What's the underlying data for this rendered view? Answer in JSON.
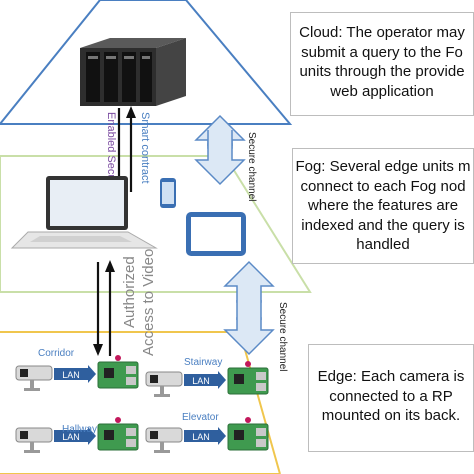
{
  "cloud_box": {
    "lines": [
      "Cloud: The operator may",
      "submit a query to the Fo",
      "units through the provide",
      "web application"
    ]
  },
  "fog_box": {
    "lines": [
      "Fog: Several edge units m",
      "connect to each Fog nod",
      "where the features are",
      "indexed and the query is",
      "handled"
    ]
  },
  "edge_box": {
    "lines": [
      "Edge: Each camera is",
      "connected to a RP",
      "mounted on its back."
    ]
  },
  "channels": {
    "upper_secure": "Secure channel",
    "lower_secure": "Secure channel",
    "smart_contract": "Smart contract",
    "enabled_security": "Enabled Security",
    "authorized_access_1": "Authorized",
    "authorized_access_2": "Access to Video"
  },
  "cameras": [
    {
      "label": "Corridor",
      "link": "LAN"
    },
    {
      "label": "Stairway",
      "link": "LAN"
    },
    {
      "label": "Hallway",
      "link": "LAN"
    },
    {
      "label": "Elevator",
      "link": "LAN"
    }
  ],
  "colors": {
    "cloud_outline": "#4a7fc1",
    "fog_outline": "#c9dfa8",
    "edge_outline": "#f0c64d",
    "arrow_fill": "#dce8f5",
    "arrow_stroke": "#5b8ac6",
    "label_blue": "#4a7fc1",
    "label_purple": "#7a4aa0",
    "label_gray": "#888888",
    "lan_box": "#2f5f9e"
  }
}
